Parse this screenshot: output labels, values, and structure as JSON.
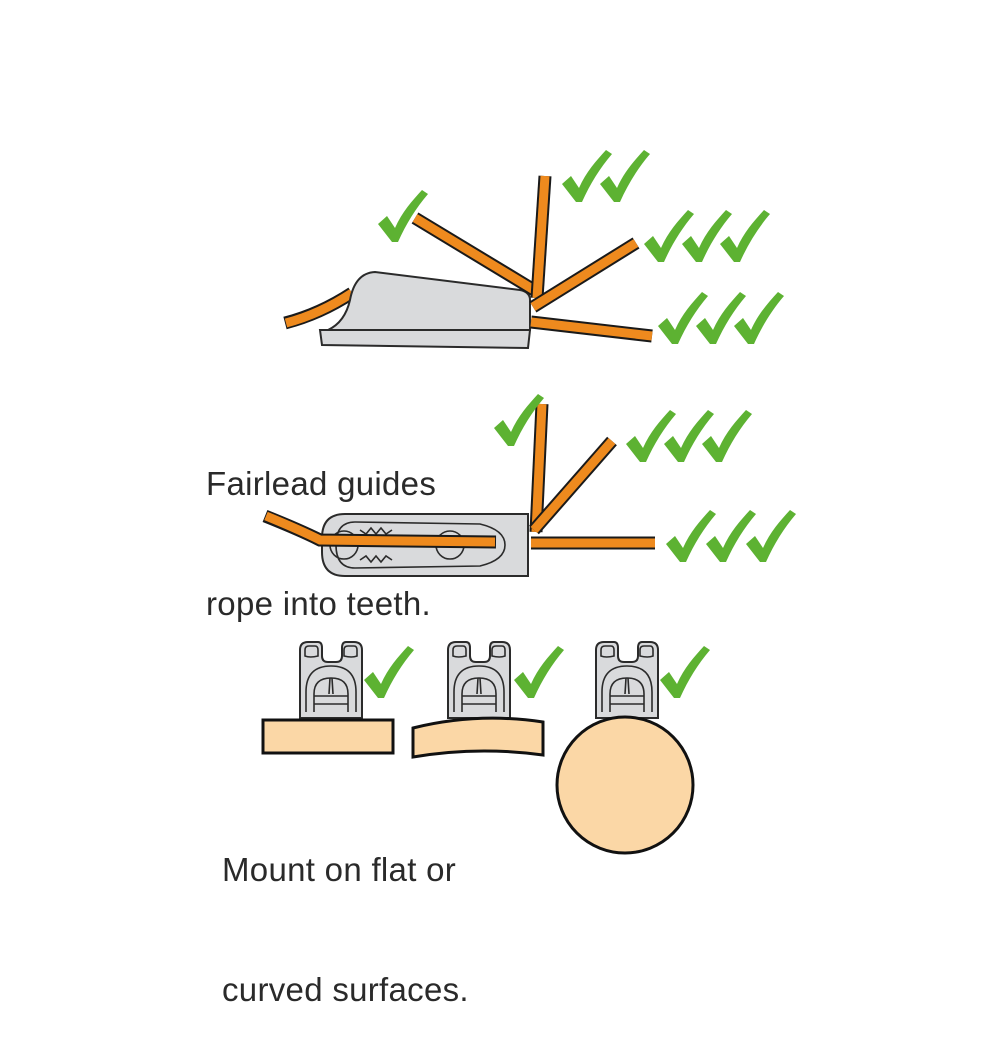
{
  "colors": {
    "rope": "#ee8a1e",
    "check": "#5db232",
    "cleat_body": "#d9dadc",
    "surface": "#fbd7a6",
    "text": "#2a2a2a"
  },
  "captions": {
    "fairlead": [
      "Fairlead guides",
      "rope into teeth."
    ],
    "mount": [
      "Mount on flat or",
      "curved surfaces."
    ]
  },
  "side_view": {
    "rope_angles": [
      {
        "label": "shallow-upward",
        "checks": 1
      },
      {
        "label": "vertical",
        "checks": 2
      },
      {
        "label": "upward-diagonal",
        "checks": 3
      },
      {
        "label": "horizontal",
        "checks": 3
      }
    ]
  },
  "top_view": {
    "rope_angles": [
      {
        "label": "vertical",
        "checks": 1
      },
      {
        "label": "diagonal",
        "checks": 3
      },
      {
        "label": "horizontal",
        "checks": 3
      }
    ]
  },
  "mount_surfaces": [
    {
      "label": "flat",
      "checks": 1
    },
    {
      "label": "curved",
      "checks": 1
    },
    {
      "label": "round",
      "checks": 1
    }
  ]
}
